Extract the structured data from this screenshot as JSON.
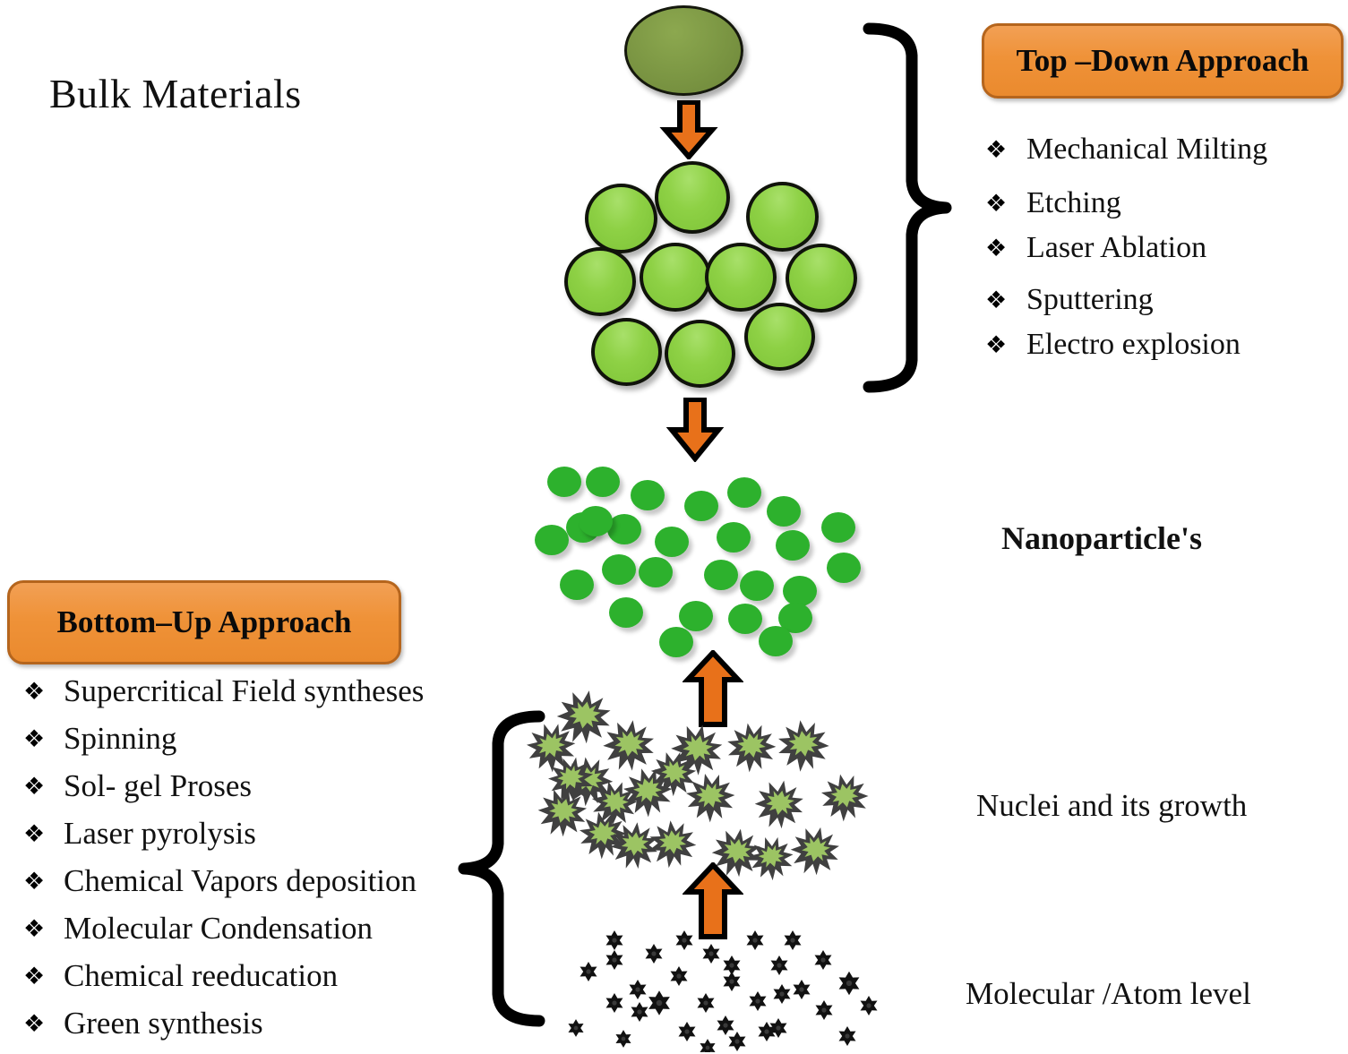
{
  "diagram": {
    "title": "Bulk Materials",
    "background_color": "#ffffff"
  },
  "colors": {
    "badge_fill": "#EF9238",
    "badge_border": "#B5651D",
    "arrow_fill": "#E8711A",
    "arrow_outline": "#000000",
    "bulk_ellipse": "#7E9945",
    "nano_circle": "#8ED145",
    "nanoparticle_dot": "#2DB12D",
    "nucleus_outer": "#404040",
    "nucleus_core": "#9CC463",
    "atom_star": "#111111",
    "text": "#111111"
  },
  "labels": {
    "bulk_materials": "Bulk Materials",
    "nanoparticles": "Nanoparticle's",
    "nuclei_growth": "Nuclei and its growth",
    "molecular_atom_level": "Molecular /Atom level"
  },
  "top_down": {
    "badge_label": "Top –Down Approach",
    "bullet_glyph": "❖",
    "items": [
      {
        "label": "Mechanical Milting"
      },
      {
        "label": "Etching"
      },
      {
        "label": "Laser Ablation"
      },
      {
        "label": "Sputtering"
      },
      {
        "label": "Electro explosion"
      }
    ]
  },
  "bottom_up": {
    "badge_label": "Bottom–Up Approach",
    "bullet_glyph": "❖",
    "items": [
      {
        "label": "Supercritical Field syntheses"
      },
      {
        "label": "Spinning"
      },
      {
        "label": "Sol- gel Proses"
      },
      {
        "label": "Laser pyrolysis"
      },
      {
        "label": "Chemical Vapors deposition"
      },
      {
        "label": "Molecular Condensation"
      },
      {
        "label": "Chemical reeducation"
      },
      {
        "label": "Green synthesis"
      }
    ]
  },
  "stages": [
    {
      "name": "bulk-material",
      "shape": "ellipse",
      "count": 1
    },
    {
      "name": "fragmented-particles",
      "shape": "circle",
      "count": 10
    },
    {
      "name": "nanoparticles",
      "shape": "dot",
      "count": 27
    },
    {
      "name": "nuclei-growth",
      "shape": "starburst",
      "count": 21
    },
    {
      "name": "molecular-atoms",
      "shape": "star",
      "count": 33
    }
  ],
  "arrows": [
    {
      "name": "bulk-to-fragments",
      "direction": "down"
    },
    {
      "name": "fragments-to-nanoparticles",
      "direction": "down"
    },
    {
      "name": "nuclei-to-nanoparticles",
      "direction": "up"
    },
    {
      "name": "atoms-to-nuclei",
      "direction": "up"
    }
  ]
}
